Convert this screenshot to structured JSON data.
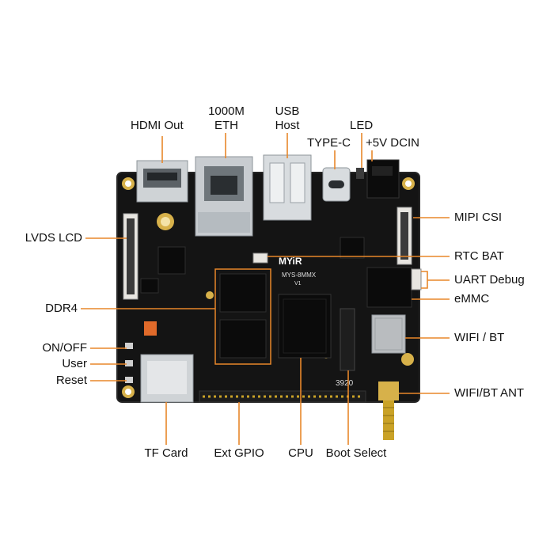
{
  "colors": {
    "pcb": "#141414",
    "pcb_edge": "#1f1f1f",
    "callout": "#e8872a",
    "gold": "#c9a227",
    "metal": "#cfd3d6",
    "chip": "#0b0b0b",
    "text": "#111111"
  },
  "board": {
    "brand": "MYiR",
    "model": "MYS-8MMX",
    "version": "V1",
    "pcb_number": "3920"
  },
  "labels": {
    "hdmi_out": "HDMI Out",
    "eth_line1": "1000M",
    "eth_line2": "ETH",
    "usb_line1": "USB",
    "usb_line2": "Host",
    "type_c": "TYPE-C",
    "led": "LED",
    "dcin": "+5V DCIN",
    "lvds_lcd": "LVDS LCD",
    "mipi_csi": "MIPI CSI",
    "rtc_bat": "RTC BAT",
    "uart_debug": "UART Debug",
    "emmc": "eMMC",
    "ddr4": "DDR4",
    "wifi_bt": "WIFI / BT",
    "on_off": "ON/OFF",
    "user": "User",
    "reset": "Reset",
    "wifi_bt_ant": "WIFI/BT ANT",
    "tf_card": "TF Card",
    "ext_gpio": "Ext GPIO",
    "cpu": "CPU",
    "boot_select": "Boot Select"
  }
}
